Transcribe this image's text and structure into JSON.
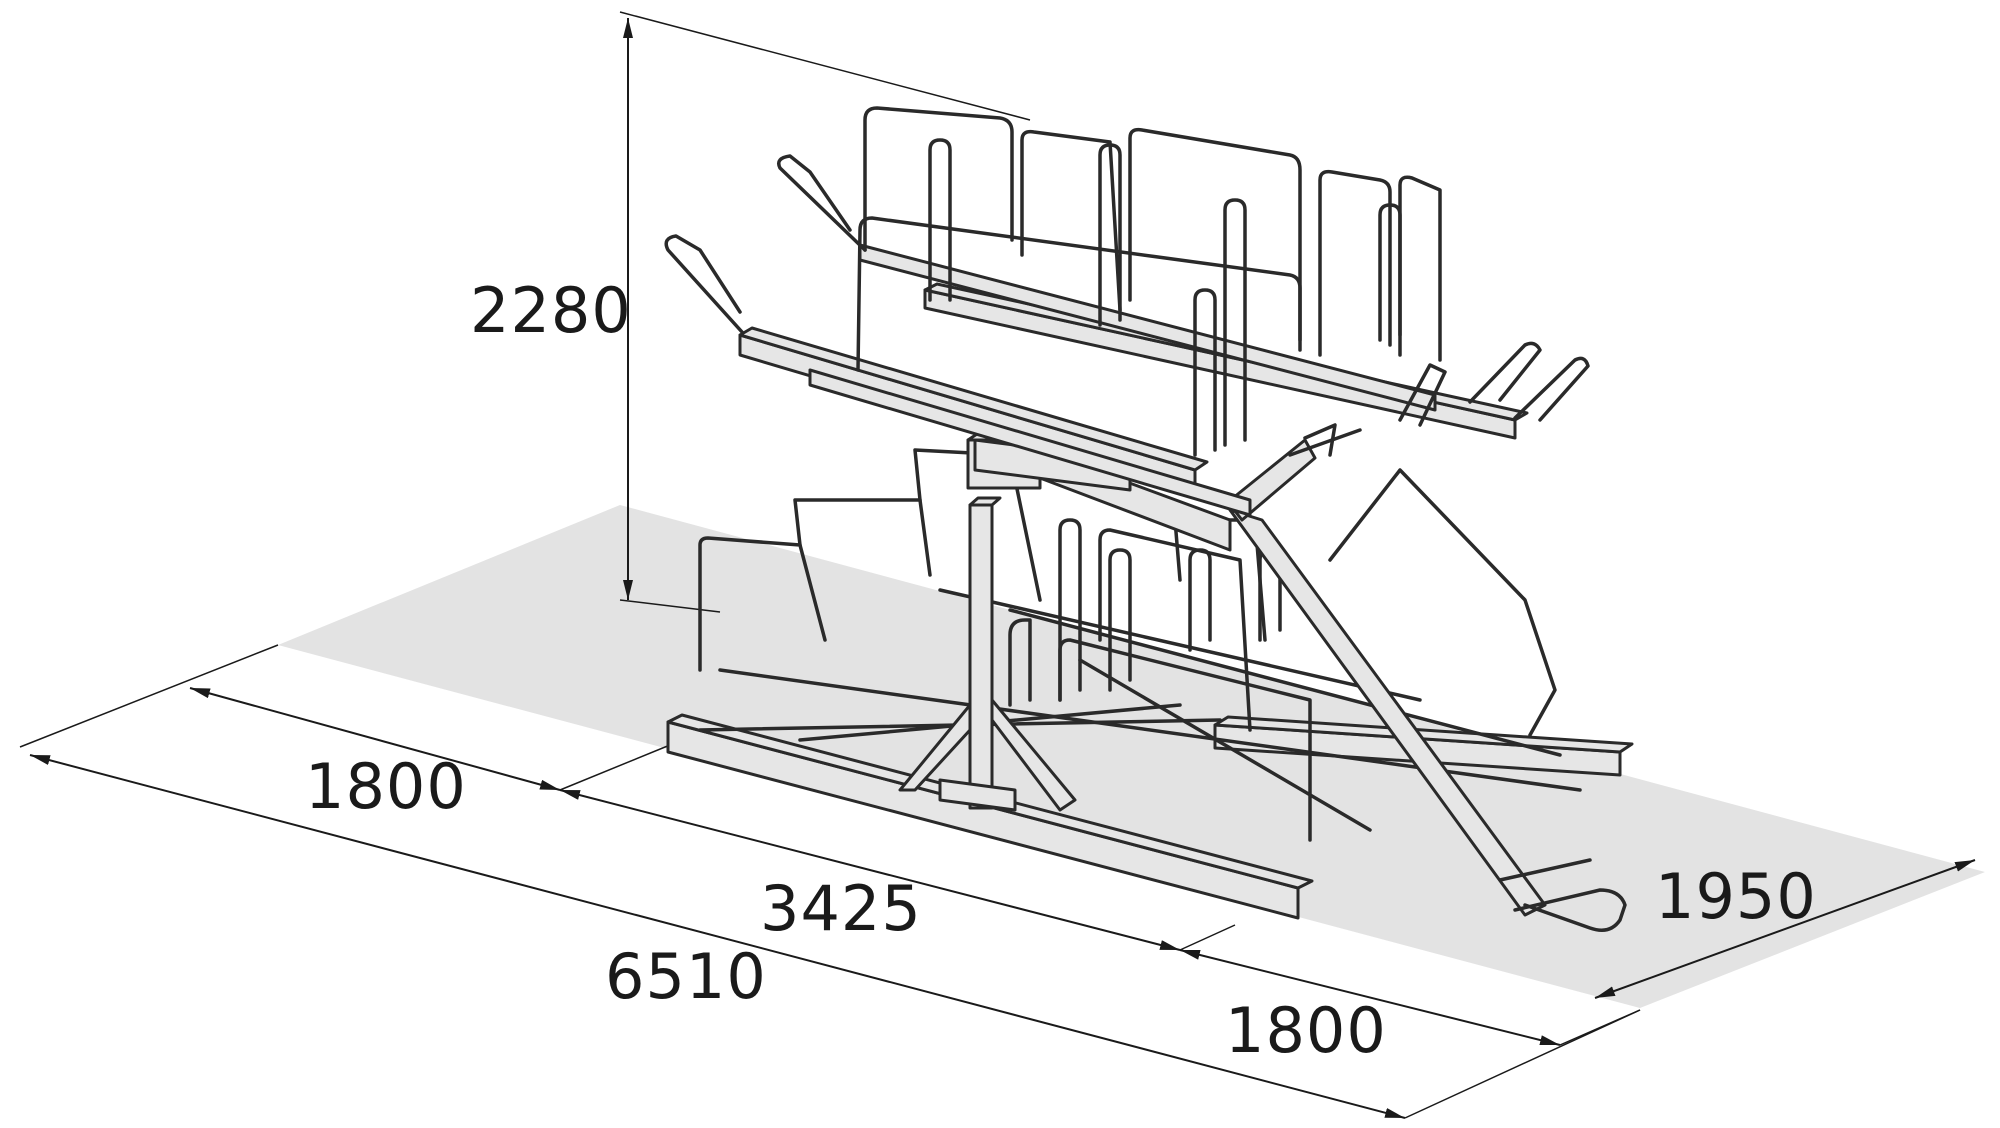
{
  "dimensions": {
    "height": "2280",
    "total_length": "6510",
    "left_extension": "1800",
    "rack_length": "3425",
    "right_extension": "1800",
    "depth": "1950"
  },
  "colors": {
    "line": "#1a1a1a",
    "floor": "#e3e3e3",
    "steel": "#e6e6e6"
  }
}
